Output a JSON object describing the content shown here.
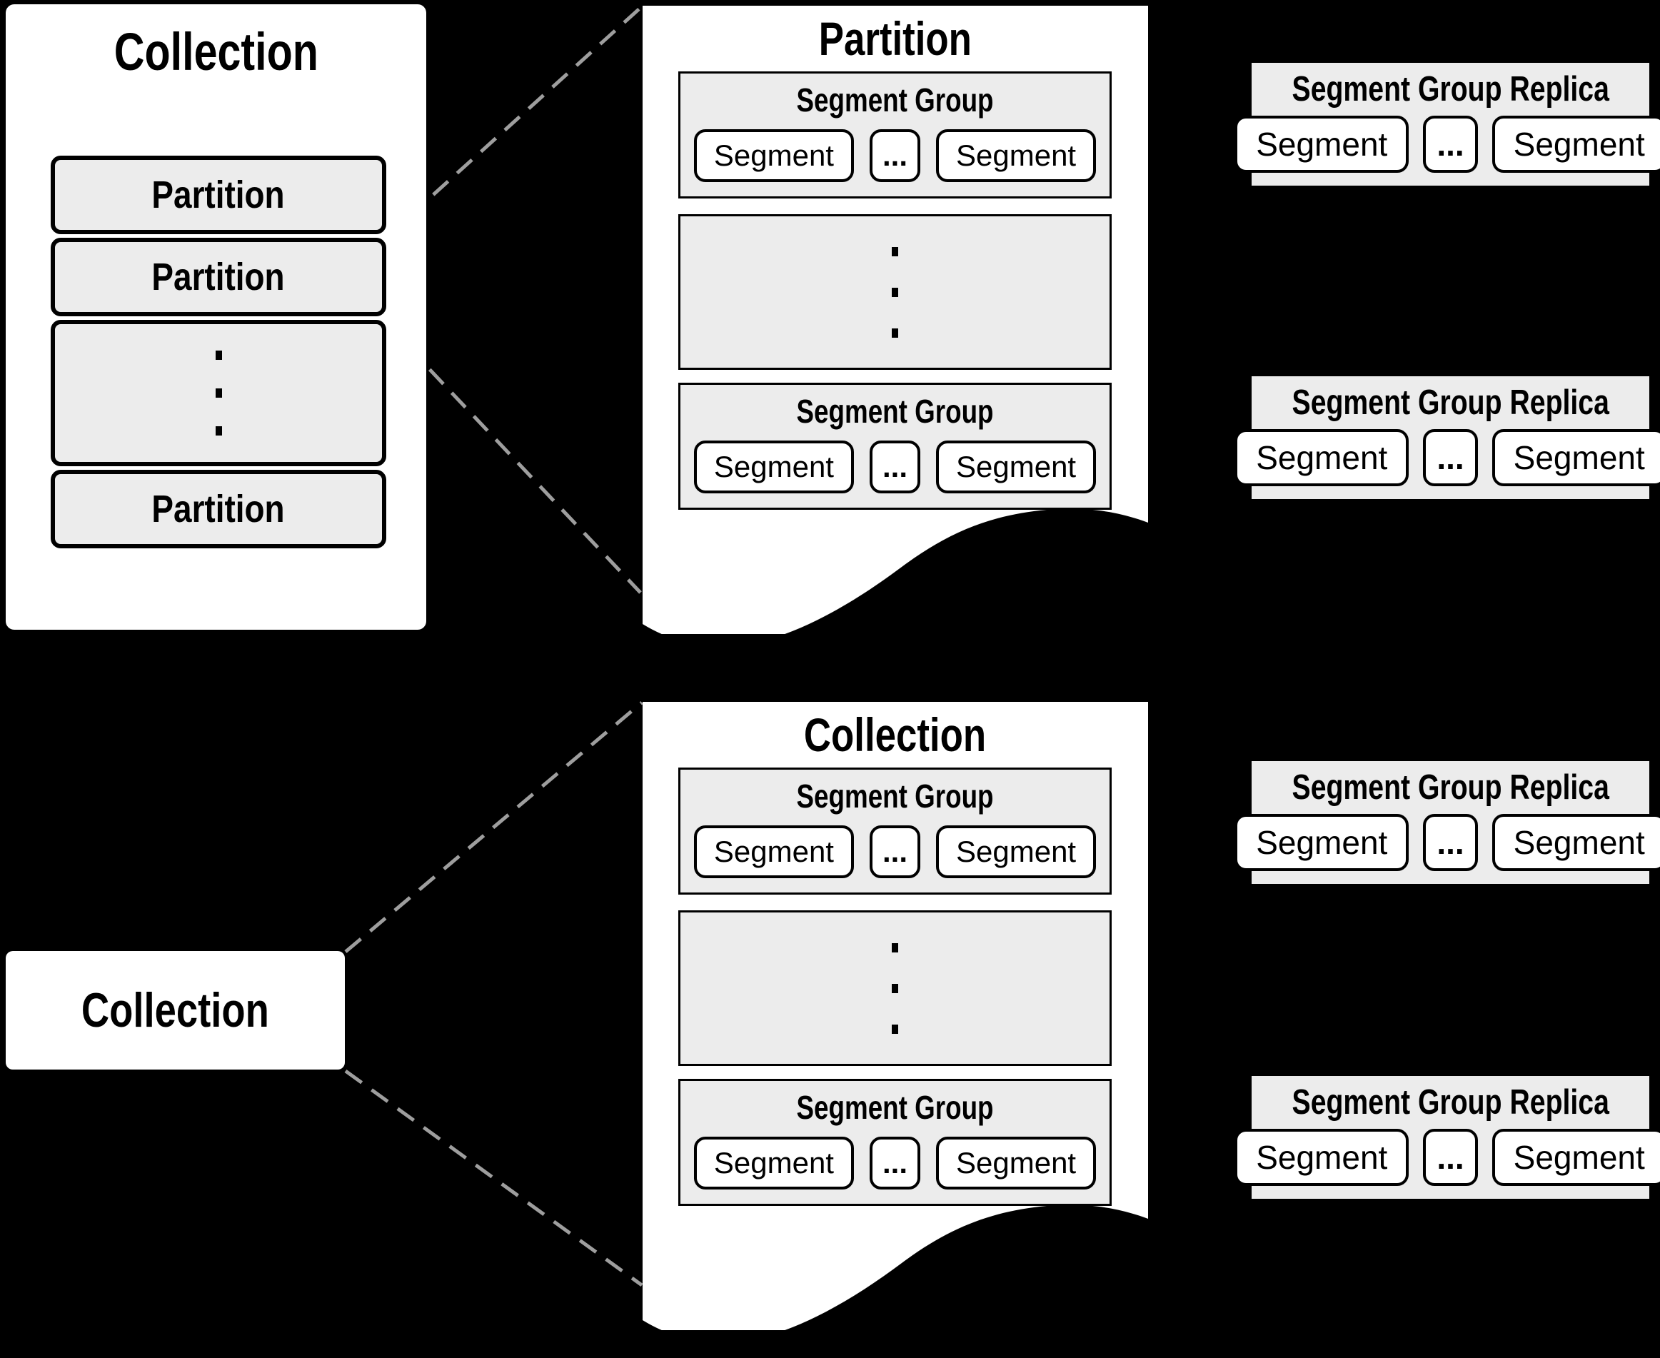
{
  "colors": {
    "background": "#000000",
    "panel_white": "#ffffff",
    "box_gray": "#ececec",
    "border_black": "#000000",
    "dashed_connector_gray": "#9e9e9e"
  },
  "diagram": {
    "collection_overview": {
      "title": "Collection",
      "partition_labels": [
        "Partition",
        "Partition",
        "Partition"
      ]
    },
    "partition_detail": {
      "title": "Partition",
      "segment_groups": [
        {
          "title": "Segment Group",
          "segments": [
            "Segment",
            "...",
            "Segment"
          ]
        },
        {
          "title": "Segment Group",
          "segments": [
            "Segment",
            "...",
            "Segment"
          ]
        }
      ]
    },
    "collection_label_box": {
      "title": "Collection"
    },
    "collection_detail": {
      "title": "Collection",
      "segment_groups": [
        {
          "title": "Segment Group",
          "segments": [
            "Segment",
            "...",
            "Segment"
          ]
        },
        {
          "title": "Segment Group",
          "segments": [
            "Segment",
            "...",
            "Segment"
          ]
        }
      ]
    },
    "replicas": [
      {
        "title": "Segment Group Replica",
        "segments": [
          "Segment",
          "...",
          "Segment"
        ]
      },
      {
        "title": "Segment Group Replica",
        "segments": [
          "Segment",
          "...",
          "Segment"
        ]
      },
      {
        "title": "Segment Group Replica",
        "segments": [
          "Segment",
          "...",
          "Segment"
        ]
      },
      {
        "title": "Segment Group Replica",
        "segments": [
          "Segment",
          "...",
          "Segment"
        ]
      }
    ]
  }
}
